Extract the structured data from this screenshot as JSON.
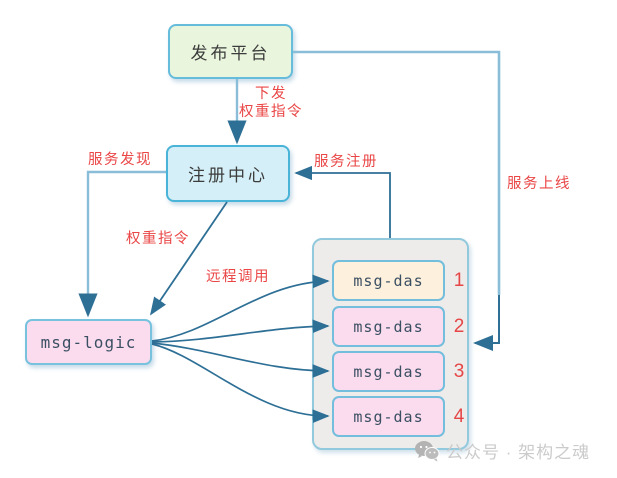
{
  "diagram": {
    "nodes": {
      "publish_platform": {
        "label": "发布平台"
      },
      "registry_center": {
        "label": "注册中心"
      },
      "msg_logic": {
        "label": "msg-logic"
      },
      "das_container": {
        "instances": [
          {
            "label": "msg-das",
            "index": "1",
            "fill": "#fdf0dc"
          },
          {
            "label": "msg-das",
            "index": "2",
            "fill": "#fbdcee"
          },
          {
            "label": "msg-das",
            "index": "3",
            "fill": "#fbdcee"
          },
          {
            "label": "msg-das",
            "index": "4",
            "fill": "#fbdcee"
          }
        ]
      }
    },
    "edge_labels": {
      "issue_weight_line1": "下发",
      "issue_weight_line2": "权重指令",
      "service_discovery": "服务发现",
      "service_register": "服务注册",
      "service_online": "服务上线",
      "weight_cmd": "权重指令",
      "remote_call": "远程调用"
    },
    "colors": {
      "connector_dark": "#2e6f96",
      "connector_light": "#8abed8",
      "label_red": "#ea4646",
      "number_red": "#e54545",
      "publish_fill": "#e9f5dc",
      "publish_border": "#66bcdb",
      "registry_fill": "#d4eff7",
      "registry_border": "#49b4d8",
      "pink_fill": "#fbdcee",
      "cream_fill": "#fdf0dc",
      "container_fill": "#eeeceb",
      "box_border_blue": "#74bedd"
    },
    "watermark": {
      "icon": "wechat-icon",
      "text": "公众号 · 架构之魂"
    }
  }
}
